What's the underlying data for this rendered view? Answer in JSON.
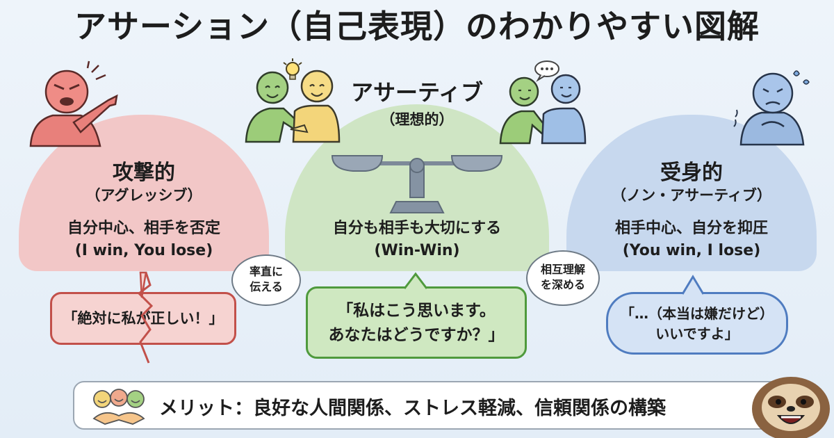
{
  "title": "アサーション（自己表現）のわかりやすい図解",
  "aggressive": {
    "name": "攻撃的",
    "sub": "（アグレッシブ）",
    "desc1": "自分中心、相手を否定",
    "desc2": "(I win, You lose)",
    "quote": "「絶対に私が正しい！」",
    "color": "#f2c7c7"
  },
  "assertive": {
    "name": "アサーティブ",
    "sub": "（理想的）",
    "desc1": "自分も相手も大切にする",
    "desc2": "(Win-Win)",
    "quote1": "「私はこう思います。",
    "quote2": "あなたはどうですか？」",
    "note_left1": "率直に",
    "note_left2": "伝える",
    "note_right1": "相互理解",
    "note_right2": "を深める",
    "color": "#cfe5c4"
  },
  "passive": {
    "name": "受身的",
    "sub": "（ノン・アサーティブ）",
    "desc1": "相手中心、自分を抑圧",
    "desc2": "(You win, I lose)",
    "quote1": "「…（本当は嫌だけど）",
    "quote2": "いいですよ」",
    "color": "#c7d8ee"
  },
  "merit": {
    "text": "メリット：良好な人間関係、ストレス軽減、信頼関係の構築"
  },
  "icons": [
    "angry-pointing-person-icon",
    "lightbulb-icon",
    "handshake-people-icon",
    "speech-bubble-icon",
    "worried-person-icon",
    "balance-scale-icon",
    "happy-faces-handshake-icon",
    "sloth-mascot-icon"
  ]
}
